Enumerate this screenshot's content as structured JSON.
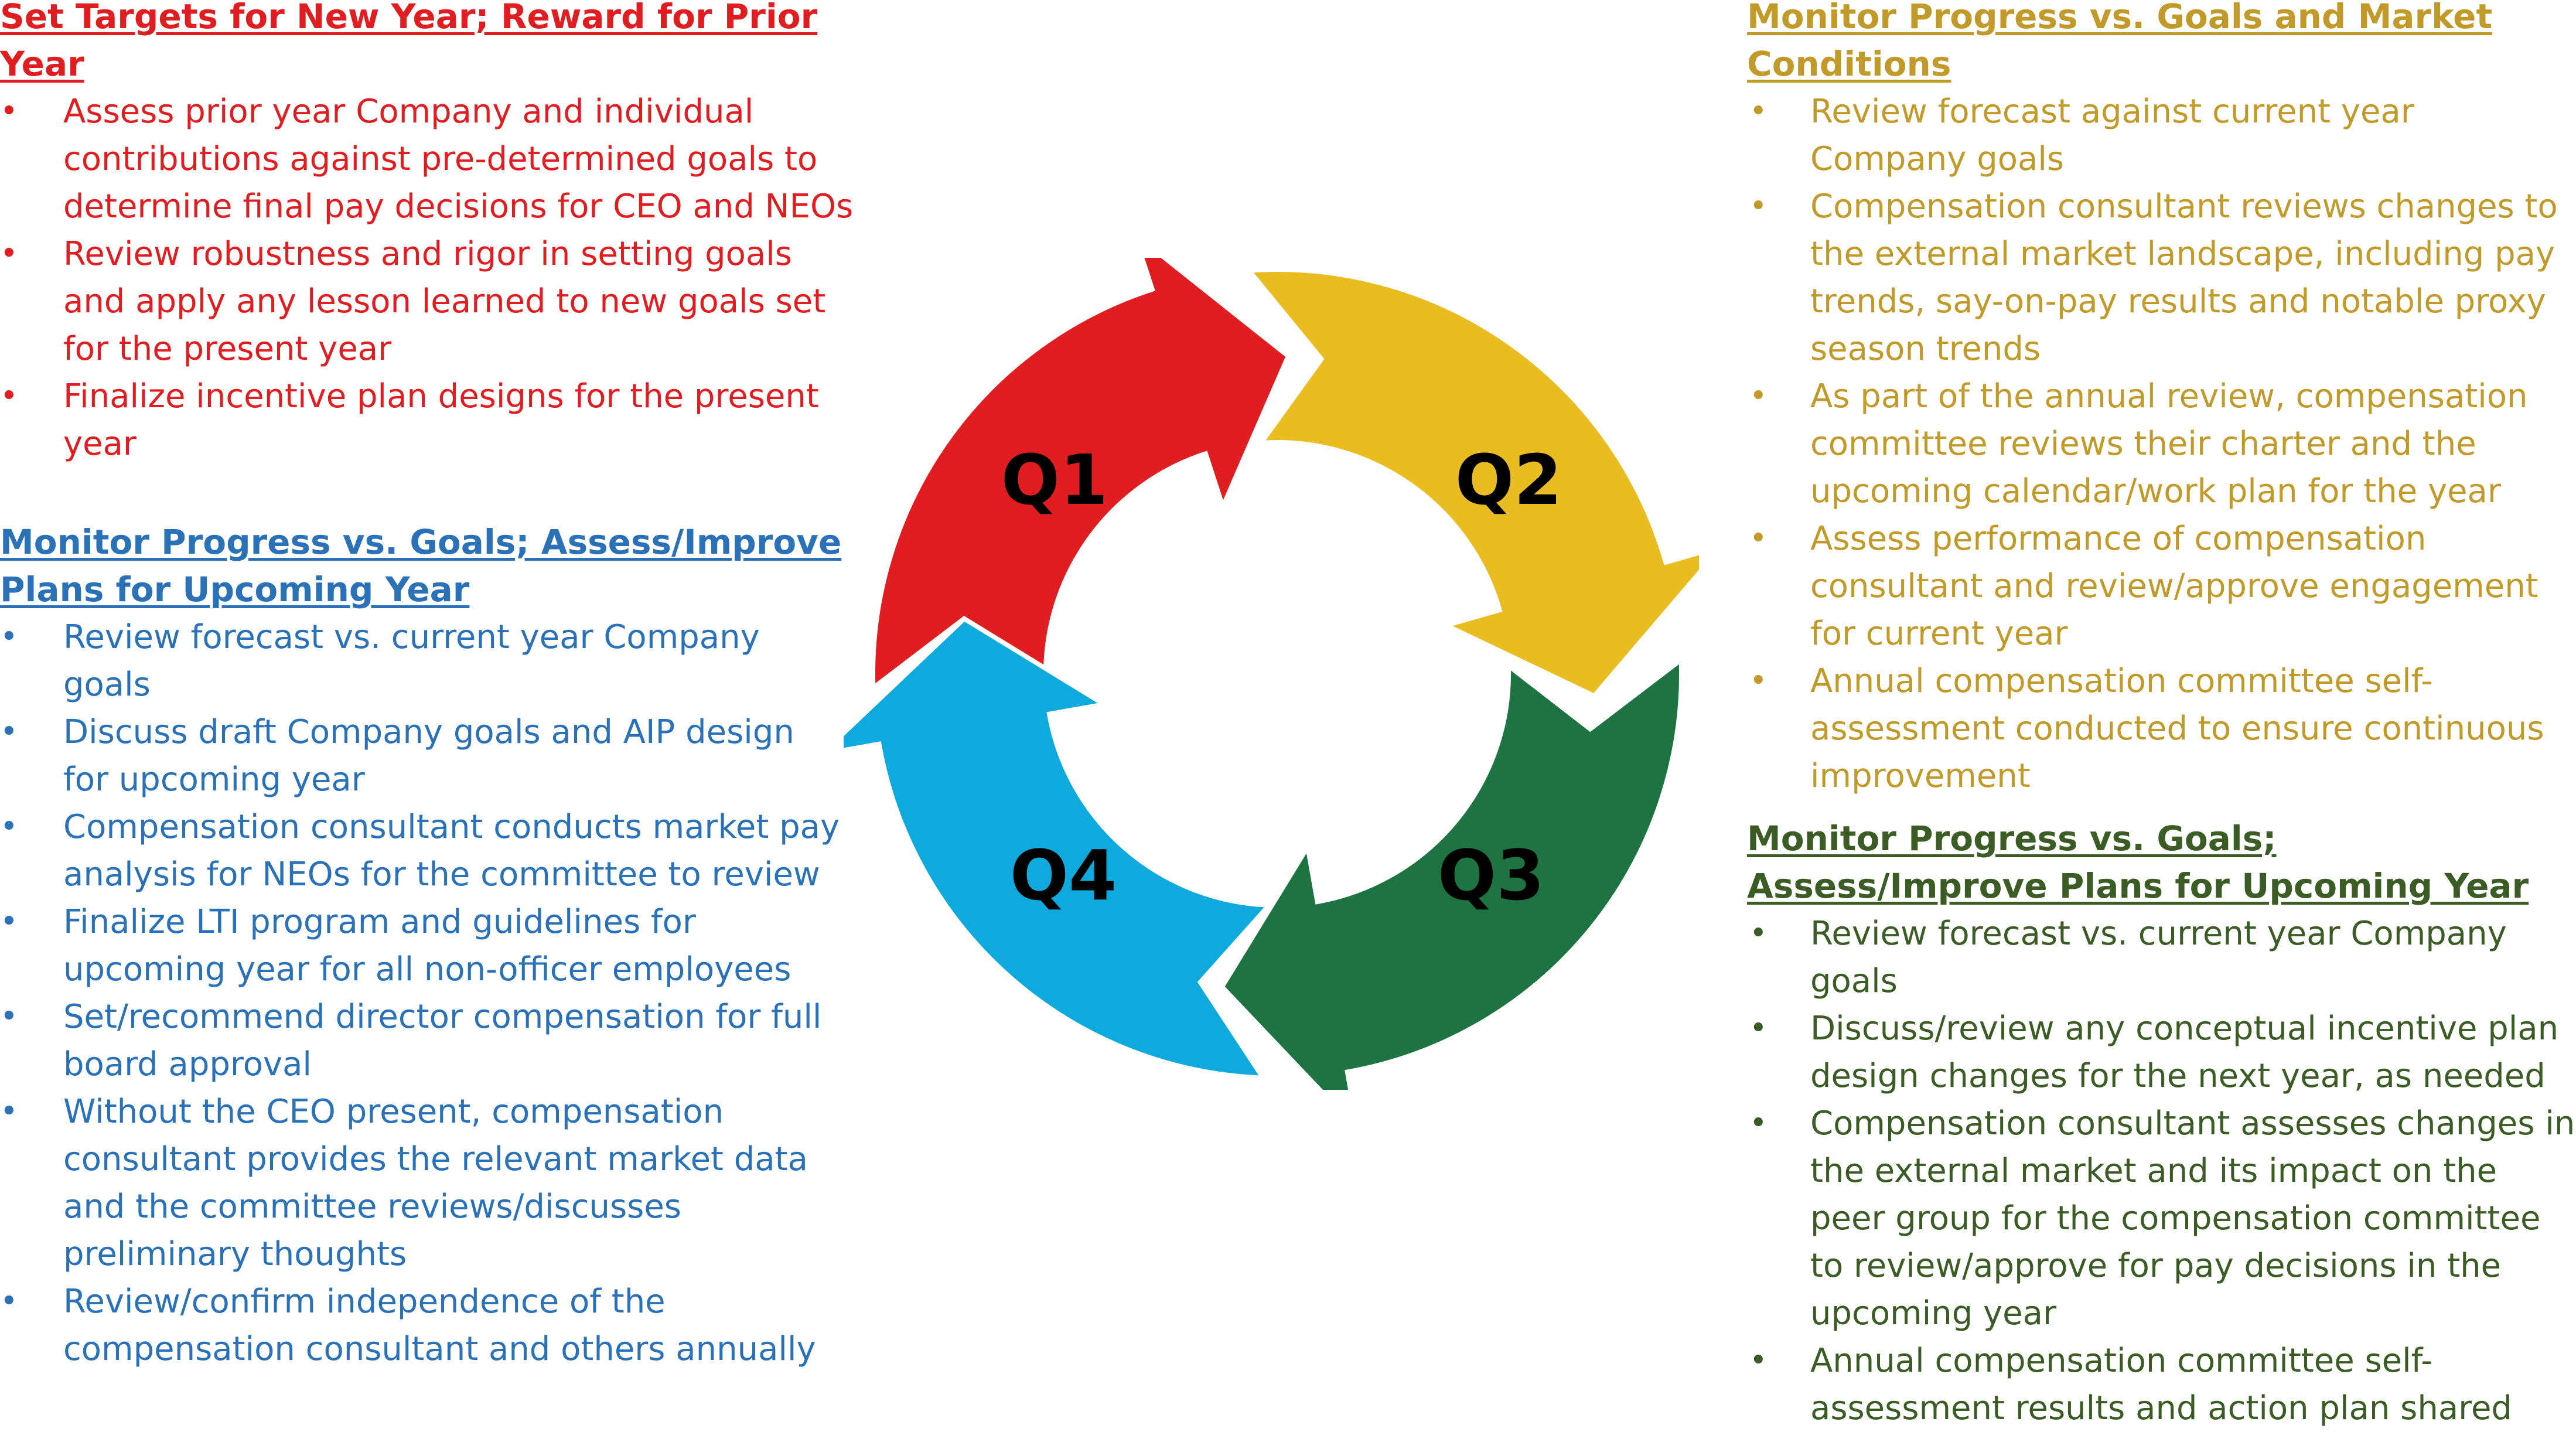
{
  "colors": {
    "q1": "#e01d21",
    "q2": "#e9bd22",
    "q3": "#1e7440",
    "q4": "#0faadd",
    "q1_text": "#e01d21",
    "q2_text": "#c19a2a",
    "q3_text": "#3b5c24",
    "q4_text": "#2a71b8"
  },
  "cycle": {
    "q1": "Q1",
    "q2": "Q2",
    "q3": "Q3",
    "q4": "Q4"
  },
  "q1_panel": {
    "heading": "Set Targets for New Year; Reward for Prior Year",
    "bullets": [
      "Assess prior year Company and individual contributions against pre-determined goals to determine final pay decisions for CEO and NEOs",
      "Review robustness and rigor in setting goals and apply any lesson learned to new goals set for the present year",
      "Finalize incentive plan designs for the present year"
    ]
  },
  "q2_panel": {
    "heading": "Monitor Progress vs. Goals and Market Conditions",
    "bullets": [
      "Review forecast against current year Company goals",
      "Compensation consultant reviews changes to the external market landscape, including pay trends, say-on-pay results and notable proxy season trends",
      "As part of the annual review, compensation committee reviews their charter and the upcoming calendar/work plan for the year",
      "Assess performance of compensation consultant and review/approve engagement for current year",
      "Annual compensation committee self-assessment conducted to ensure continuous improvement"
    ]
  },
  "q3_panel": {
    "heading": "Monitor Progress vs. Goals; Assess/Improve Plans for Upcoming Year",
    "bullets": [
      "Review forecast vs. current year Company goals",
      "Discuss/review any conceptual incentive plan design changes for the next year, as needed",
      "Compensation consultant assesses changes in the external market and its impact on the peer group for the compensation committee to review/approve for pay decisions in the upcoming year",
      "Annual compensation committee self-assessment results and action plan shared"
    ]
  },
  "q4_panel": {
    "heading": "Monitor Progress vs. Goals; Assess/Improve Plans for Upcoming Year",
    "bullets": [
      "Review forecast vs. current year Company goals",
      "Discuss draft Company goals and AIP design for upcoming year",
      "Compensation consultant conducts market pay analysis for NEOs for the committee to review",
      "Finalize LTI program and guidelines for upcoming year for all non-officer employees",
      "Set/recommend director compensation for full board approval",
      "Without the CEO present, compensation consultant provides the relevant market data and the committee reviews/discusses preliminary thoughts",
      "Review/confirm independence of the compensation consultant and others annually"
    ]
  }
}
